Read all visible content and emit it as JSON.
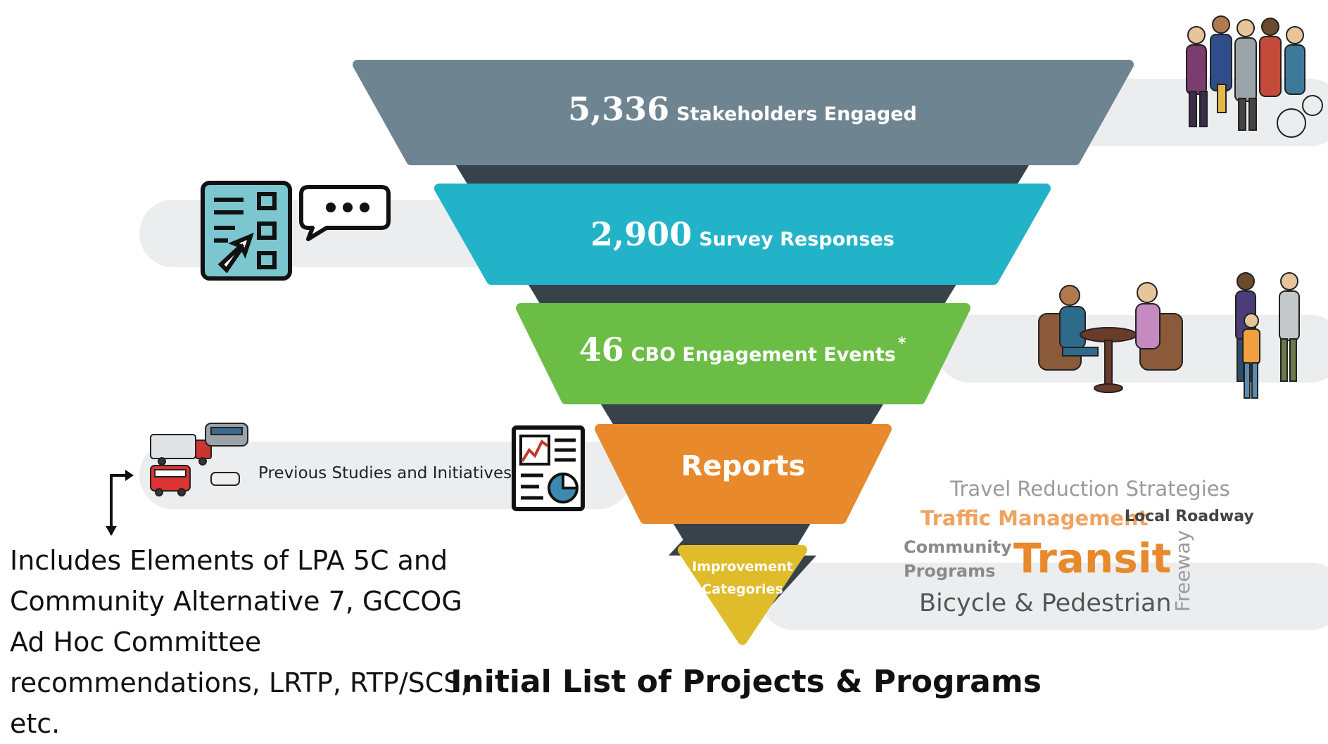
{
  "stages": [
    {
      "number": "5,336",
      "label": "Stakeholders Engaged",
      "color": "#6e8591"
    },
    {
      "number": "2,900",
      "label": "Survey Responses",
      "color": "#23b3c9"
    },
    {
      "number": "46",
      "label": "CBO Engagement Events",
      "footnote_marker": "*",
      "color": "#6cbd45"
    },
    {
      "label": "Reports",
      "color": "#e8892c"
    },
    {
      "label_line1": "Improvement",
      "label_line2": "Categories",
      "color": "#e1bc2a"
    }
  ],
  "side_labels": {
    "previous_studies": "Previous Studies and Initiatives"
  },
  "word_cloud": {
    "travel_reduction": "Travel Reduction Strategies",
    "traffic_management": "Traffic Management",
    "local_roadway": "Local Roadway",
    "community_programs_line1": "Community",
    "community_programs_line2": "Programs",
    "transit": "Transit",
    "freeway": "Freeway",
    "bicycle_pedestrian": "Bicycle & Pedestrian"
  },
  "note": "Includes Elements of LPA 5C and Community Alternative 7, GCCOG Ad Hoc Committee recommendations, LRTP, RTP/SCS, etc.",
  "final_title": "Initial List of Projects & Programs",
  "icons": [
    "crowd-icon",
    "survey-checklist-icon",
    "chat-bubble-icon",
    "meeting-people-icon",
    "vehicles-icon",
    "report-document-icon",
    "elbow-arrow-icon"
  ],
  "colors": {
    "connector": "#37424b",
    "pill": "#ebedee",
    "survey_icon": "#7cc6cf"
  }
}
